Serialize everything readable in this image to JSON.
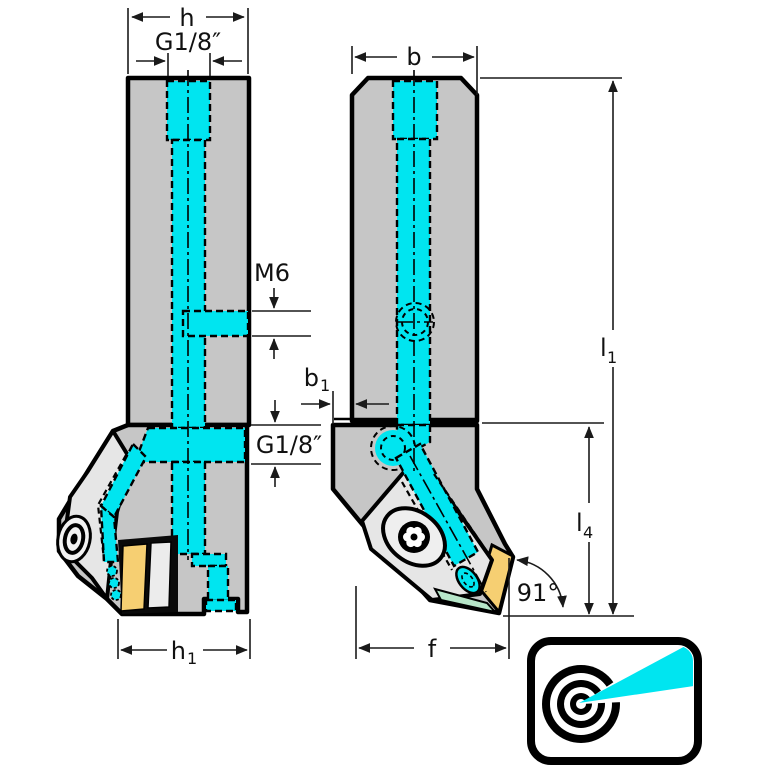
{
  "dimensions": {
    "h": "h",
    "g18_top": "G1/8″",
    "m6": "M6",
    "g18_side": "G1/8″",
    "h1": {
      "base": "h",
      "sub": "1"
    },
    "b": "b",
    "b1": {
      "base": "b",
      "sub": "1"
    },
    "l1": {
      "base": "l",
      "sub": "1"
    },
    "l4": {
      "base": "l",
      "sub": "4"
    },
    "angle": "91°",
    "f": "f"
  },
  "icons": {
    "precision_coolant": "precision-coolant-icon"
  },
  "colors": {
    "coolant": "#00e5f0",
    "body_gray": "#c6c6c6",
    "clamp_gray": "#e6e6e6",
    "insert_yellow": "#f6cf72",
    "shim_green": "#b7e6c9",
    "outline": "#000000",
    "dimension_line": "#1a1a1a"
  }
}
